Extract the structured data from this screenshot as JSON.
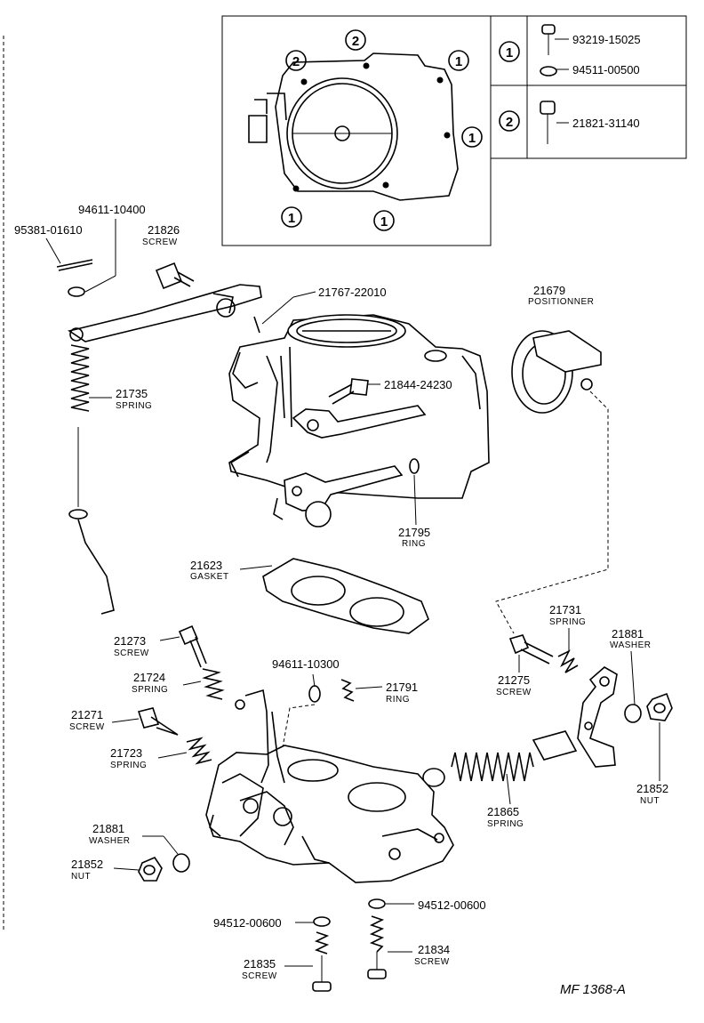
{
  "diagram": {
    "figure_code": "MF 1368-A",
    "inset_legend": [
      {
        "marker": "1",
        "parts": [
          "93219-15025",
          "94511-00500"
        ]
      },
      {
        "marker": "2",
        "parts": [
          "21821-31140"
        ]
      }
    ],
    "inset_markers": [
      "1",
      "2"
    ],
    "callouts": [
      {
        "part": "95381-01610",
        "name": ""
      },
      {
        "part": "94611-10400",
        "name": ""
      },
      {
        "part": "21826",
        "name": "SCREW"
      },
      {
        "part": "21767-22010",
        "name": ""
      },
      {
        "part": "21679",
        "name": "POSITIONNER"
      },
      {
        "part": "21735",
        "name": "SPRING"
      },
      {
        "part": "21844-24230",
        "name": ""
      },
      {
        "part": "21795",
        "name": "RING"
      },
      {
        "part": "21623",
        "name": "GASKET"
      },
      {
        "part": "21731",
        "name": "SPRING"
      },
      {
        "part": "21881",
        "name": "WASHER"
      },
      {
        "part": "21273",
        "name": "SCREW"
      },
      {
        "part": "21275",
        "name": "SCREW"
      },
      {
        "part": "94611-10300",
        "name": ""
      },
      {
        "part": "21791",
        "name": "RING"
      },
      {
        "part": "21724",
        "name": "SPRING"
      },
      {
        "part": "21271",
        "name": "SCREW"
      },
      {
        "part": "21723",
        "name": "SPRING"
      },
      {
        "part": "21852",
        "name": "NUT"
      },
      {
        "part": "21865",
        "name": "SPRING"
      },
      {
        "part": "21881",
        "name": "WASHER"
      },
      {
        "part": "21852",
        "name": "NUT"
      },
      {
        "part": "94512-00600",
        "name": ""
      },
      {
        "part": "94512-00600",
        "name": ""
      },
      {
        "part": "21834",
        "name": "SCREW"
      },
      {
        "part": "21835",
        "name": "SCREW"
      }
    ]
  }
}
